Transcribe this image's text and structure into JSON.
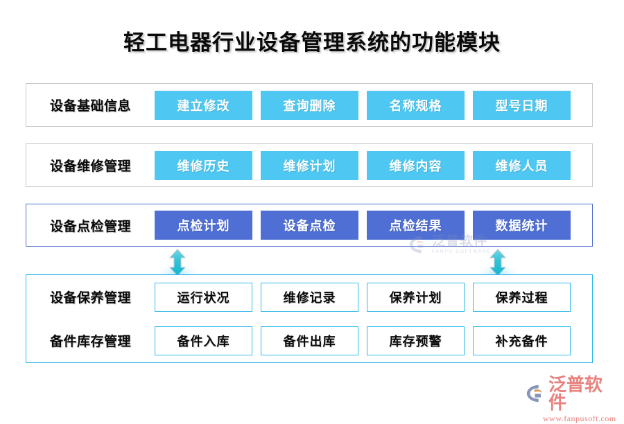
{
  "title": "轻工电器行业设备管理系统的功能模块",
  "colors": {
    "chip_light_blue": "#4EC8F2",
    "chip_indigo": "#4F6FD4",
    "border_cyan": "#29B6E8",
    "border_indigo": "#4F6FD0",
    "border_gray": "#C9C9C9",
    "logo_salmon": "#E8827E",
    "arrow_teal": "#2FC3D8"
  },
  "bands": [
    {
      "label": "设备基础信息",
      "style": "gray",
      "chip_style": "light",
      "chips": [
        "建立修改",
        "查询删除",
        "名称规格",
        "型号日期"
      ]
    },
    {
      "label": "设备维修管理",
      "style": "gray",
      "chip_style": "light",
      "chips": [
        "维修历史",
        "维修计划",
        "维修内容",
        "维修人员"
      ]
    },
    {
      "label": "设备点检管理",
      "style": "indigo",
      "chip_style": "indigo",
      "chips": [
        "点检计划",
        "设备点检",
        "点检结果",
        "数据统计"
      ]
    }
  ],
  "bottom_box": {
    "rows": [
      {
        "label": "设备保养管理",
        "chips": [
          "运行状况",
          "维修记录",
          "保养计划",
          "保养过程"
        ]
      },
      {
        "label": "备件库存管理",
        "chips": [
          "备件入库",
          "备件出库",
          "库存预警",
          "补充备件"
        ]
      }
    ]
  },
  "connectors": [
    {
      "icon": "double-arrow-vertical"
    },
    {
      "icon": "double-arrow-vertical"
    }
  ],
  "watermark": {
    "cn": "泛普软件",
    "en": "FANPU SOFTWARE"
  },
  "logo": {
    "cn": "泛普软件",
    "url": "www.fanpusoft.com"
  }
}
